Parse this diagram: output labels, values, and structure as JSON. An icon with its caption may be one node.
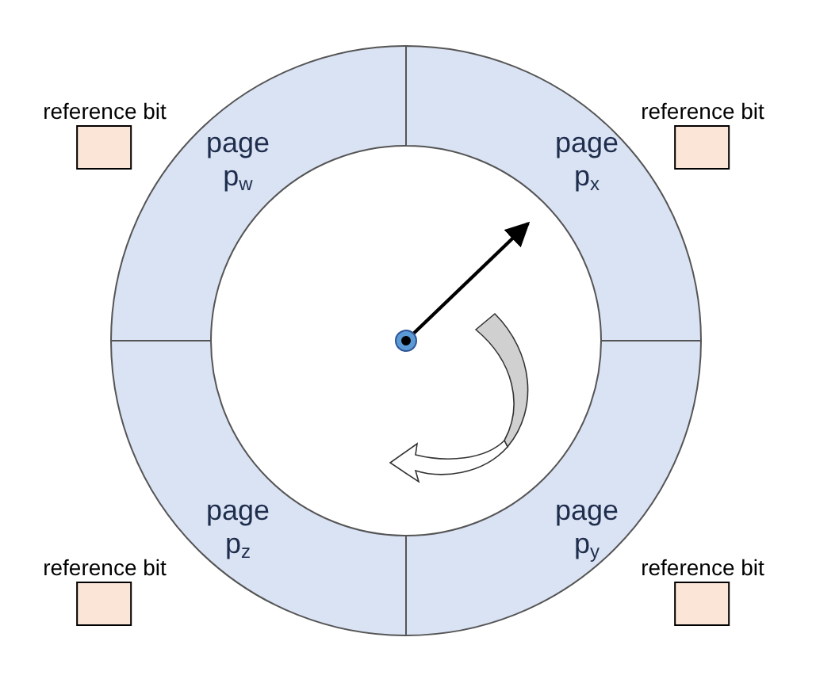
{
  "diagram": {
    "nodes": [
      {
        "text": [
          "reference bit"
        ]
      },
      {
        "text": [
          "reference bit"
        ]
      },
      {
        "text": [
          "page",
          "p$_{w}$"
        ]
      },
      {
        "text": [
          "page",
          "p$_{x}$"
        ]
      },
      {
        "text": [
          "page",
          "p$_{z}$"
        ]
      },
      {
        "text": [
          "page",
          "p$_{y}$"
        ]
      },
      {
        "text": [
          "reference bit"
        ]
      },
      {
        "text": [
          "reference bit"
        ]
      }
    ]
  }
}
